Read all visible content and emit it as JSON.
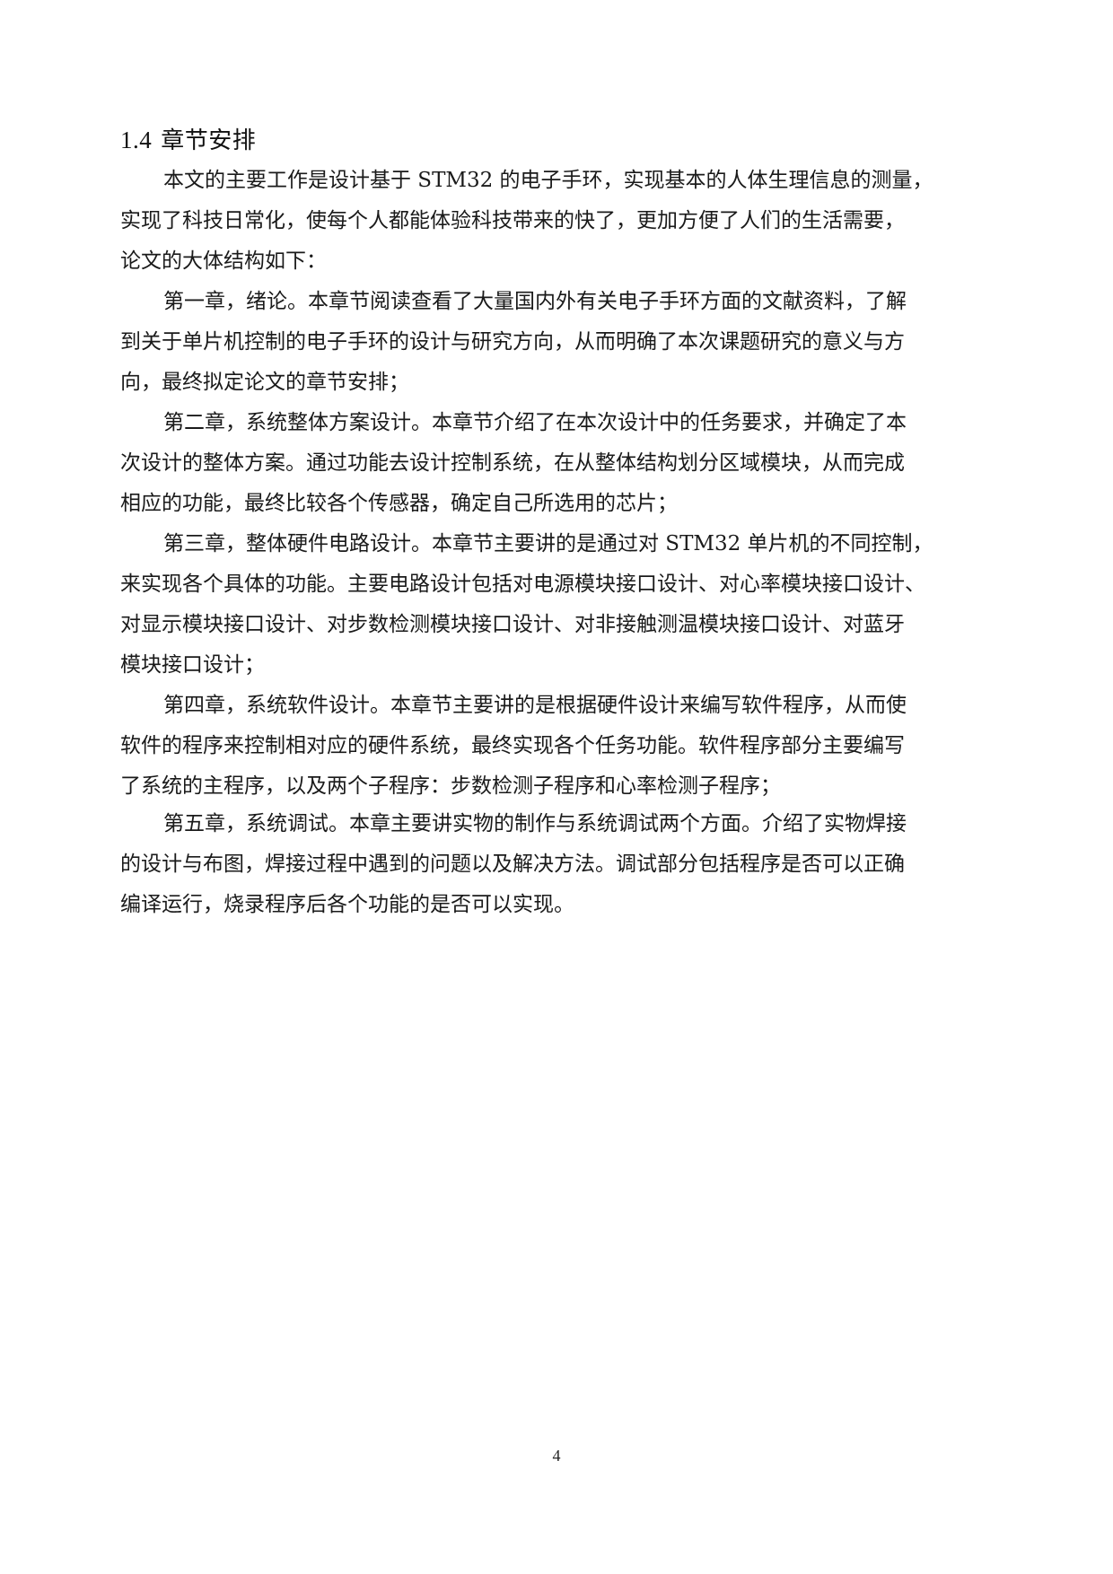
{
  "section": {
    "number": "1.4",
    "title": "章节安排"
  },
  "paragraphs": [
    {
      "lines": [
        "本文的主要工作是设计基于 STM32 的电子手环，实现基本的人体生理信息的测量，",
        "实现了科技日常化，使每个人都能体验科技带来的快了，更加方便了人们的生活需要，",
        "论文的大体结构如下："
      ]
    },
    {
      "lines": [
        "第一章，绪论。本章节阅读查看了大量国内外有关电子手环方面的文献资料，了解",
        "到关于单片机控制的电子手环的设计与研究方向，从而明确了本次课题研究的意义与方",
        "向，最终拟定论文的章节安排；"
      ]
    },
    {
      "lines": [
        "第二章，系统整体方案设计。本章节介绍了在本次设计中的任务要求，并确定了本",
        "次设计的整体方案。通过功能去设计控制系统，在从整体结构划分区域模块，从而完成",
        "相应的功能，最终比较各个传感器，确定自己所选用的芯片；"
      ]
    },
    {
      "lines": [
        "第三章，整体硬件电路设计。本章节主要讲的是通过对 STM32 单片机的不同控制，",
        "来实现各个具体的功能。主要电路设计包括对电源模块接口设计、对心率模块接口设计、",
        "对显示模块接口设计、对步数检测模块接口设计、对非接触测温模块接口设计、对蓝牙",
        "模块接口设计；"
      ]
    },
    {
      "lines": [
        "第四章，系统软件设计。本章节主要讲的是根据硬件设计来编写软件程序，从而使",
        "软件的程序来控制相对应的硬件系统，最终实现各个任务功能。软件程序部分主要编写",
        "了系统的主程序，以及两个子程序：步数检测子程序和心率检测子程序；"
      ]
    },
    {
      "lines": [
        "第五章，系统调试。本章主要讲实物的制作与系统调试两个方面。介绍了实物焊接",
        "的设计与布图，焊接过程中遇到的问题以及解决方法。调试部分包括程序是否可以正确",
        "编译运行，烧录程序后各个功能的是否可以实现。"
      ]
    }
  ],
  "footer": {
    "page_number": "4"
  }
}
